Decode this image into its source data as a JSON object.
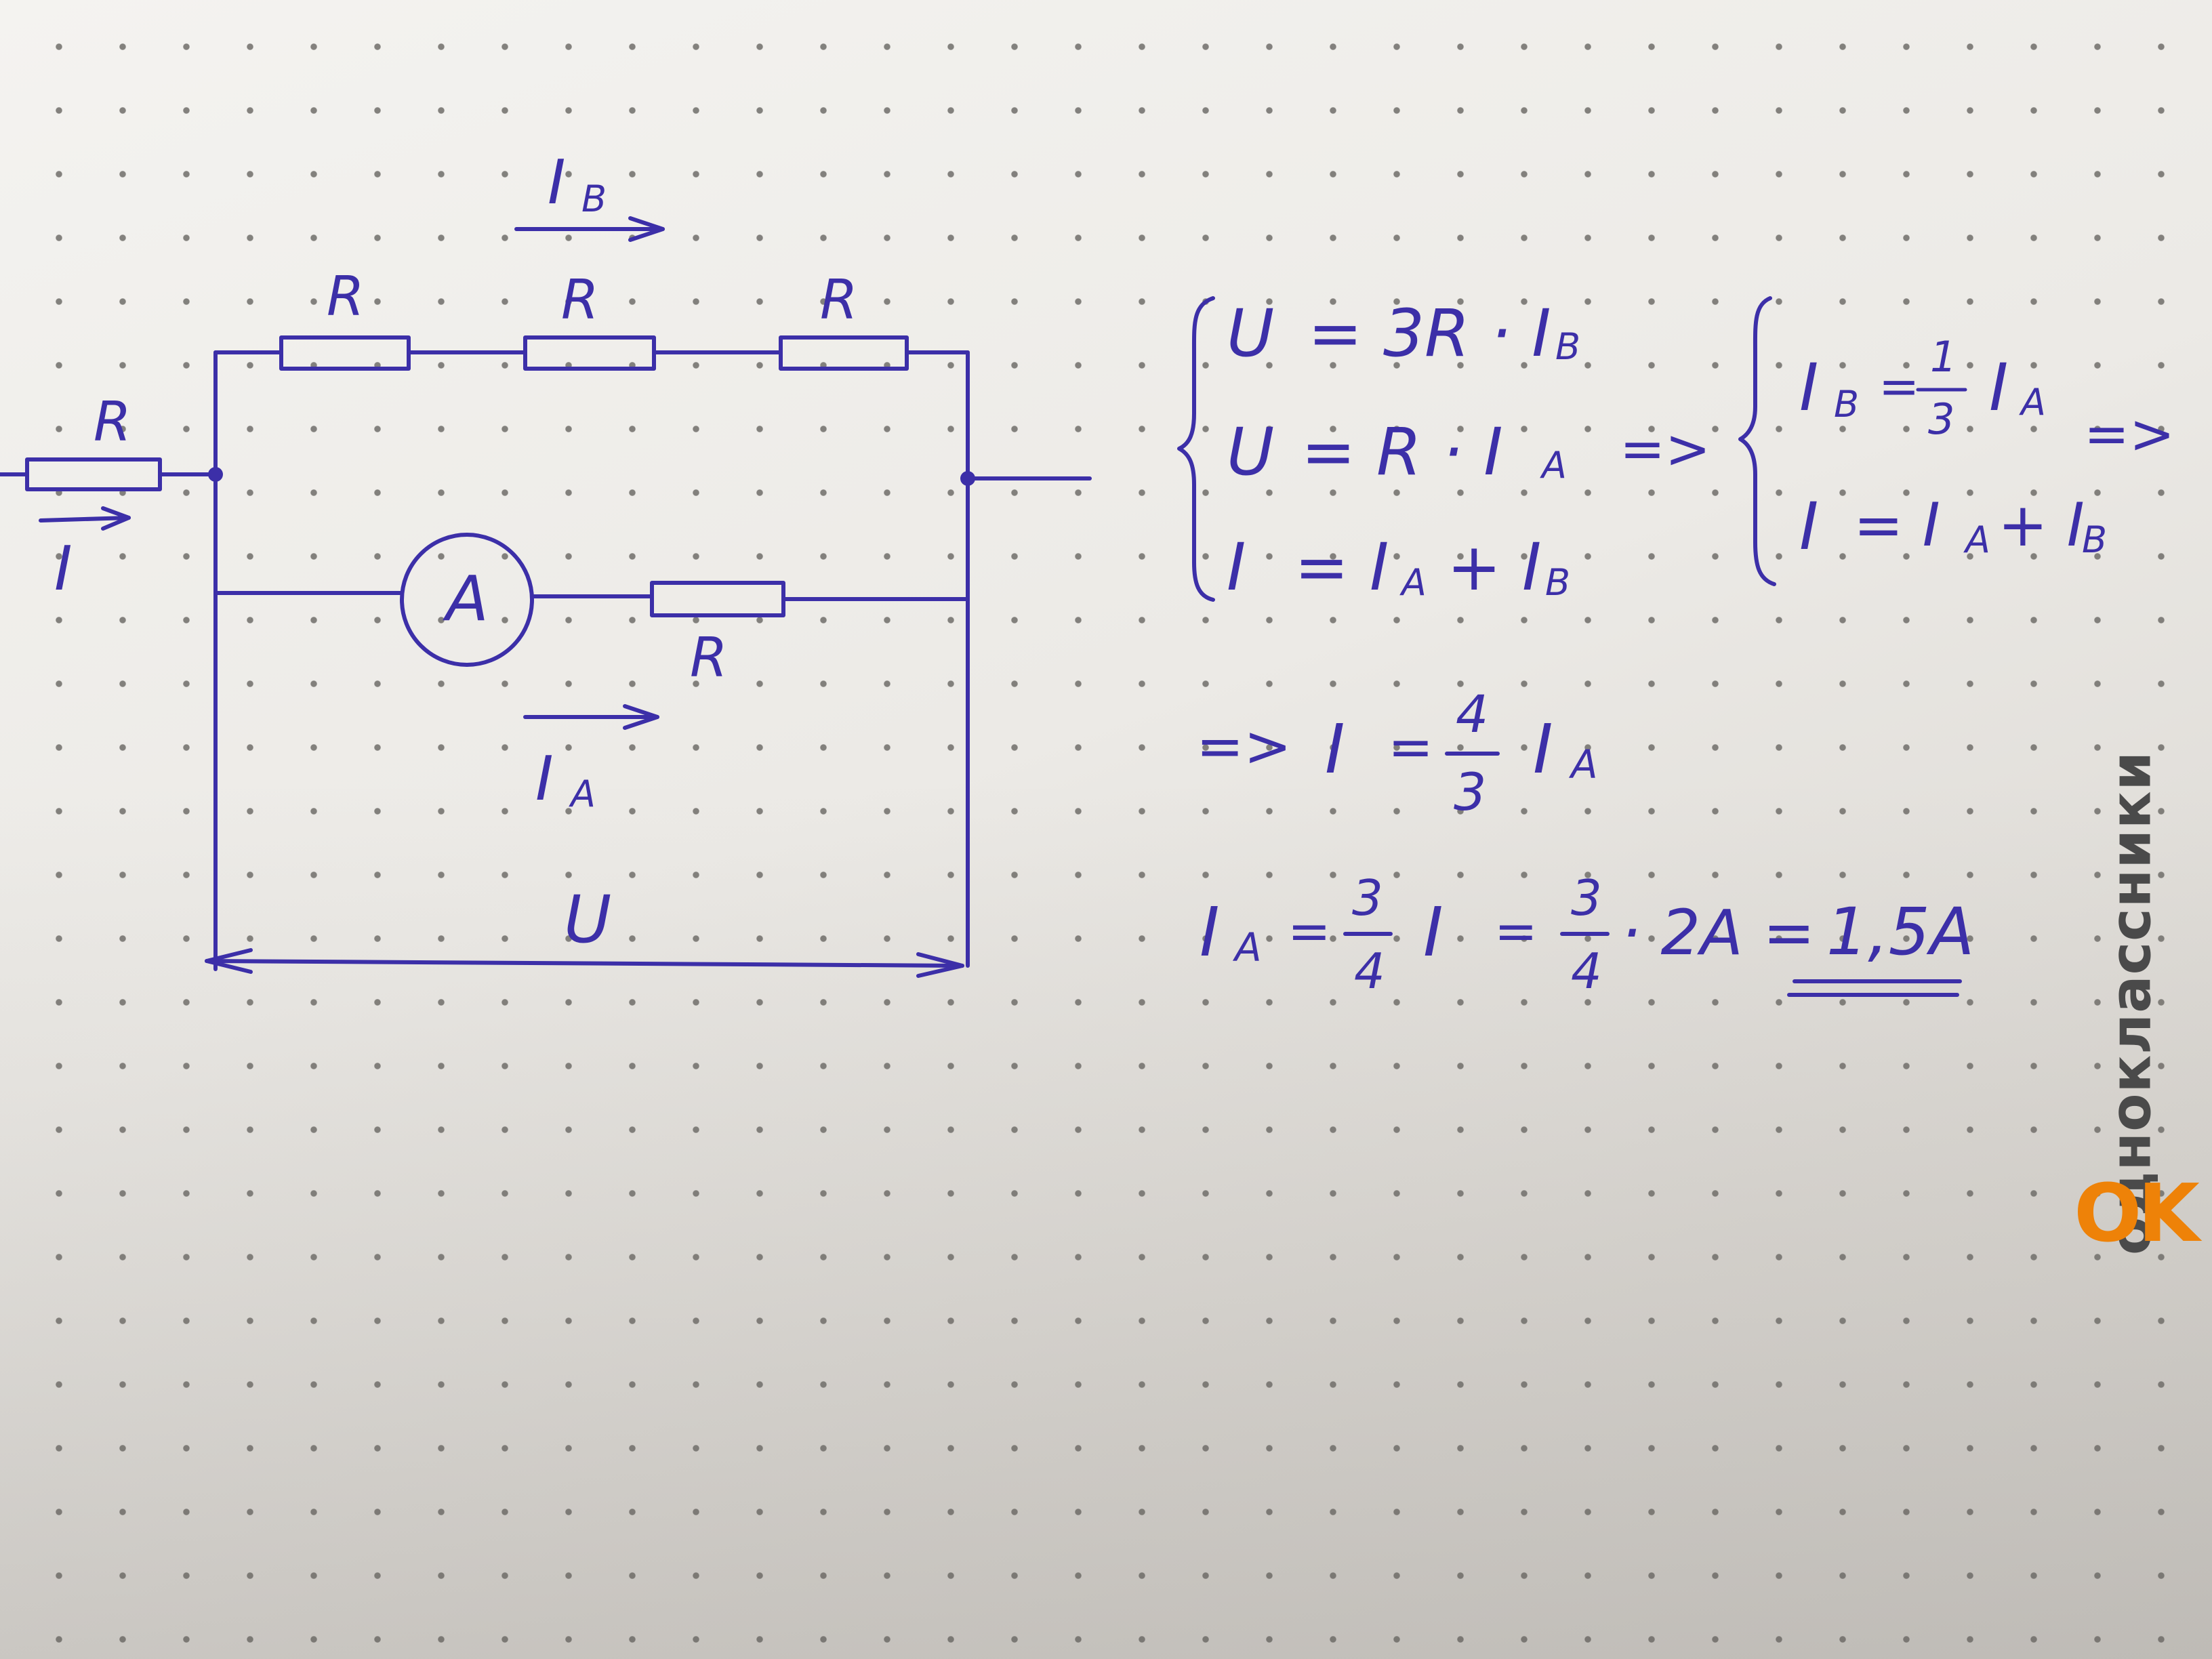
{
  "circuit": {
    "resistor_label": "R",
    "ammeter_label": "A",
    "current_total": "I",
    "current_top": "I",
    "current_top_sub": "B",
    "current_bottom": "I",
    "current_bottom_sub": "A",
    "voltage_label": "U"
  },
  "equations": {
    "system1": [
      {
        "lhs": "U",
        "rhs": "= 3R · I",
        "sub": "B"
      },
      {
        "lhs": "U",
        "rhs": "= R · I",
        "sub": "A"
      },
      {
        "lhs": "I",
        "rhs": "= I",
        "sub": "A",
        "tail": "+ I",
        "tail_sub": "B"
      }
    ],
    "implies": "=>",
    "system2": [
      {
        "lhs": "I",
        "lhs_sub": "B",
        "eq": "=",
        "num": "1",
        "den": "3",
        "rhs": "I",
        "rhs_sub": "A"
      },
      {
        "lhs": "I",
        "eq": "= I",
        "sub": "A",
        "tail": "+ I",
        "tail_sub": "B"
      }
    ],
    "result1": {
      "lhs": "I",
      "eq": "=",
      "num": "4",
      "den": "3",
      "rhs": "I",
      "rhs_sub": "A"
    },
    "result2": {
      "lhs": "I",
      "lhs_sub": "A",
      "eq1": "=",
      "num1": "3",
      "den1": "4",
      "mid": "I",
      "eq2": "=",
      "num2": "3",
      "den2": "4",
      "factor": "· 2A =",
      "answer": "1,5A"
    }
  },
  "watermark": {
    "site_name": "одноклассники",
    "logo_text": "OK",
    "logo_color": "#ee8208"
  },
  "colors": {
    "ink": "#3c2fa8",
    "paper": "#f1f0ec"
  }
}
